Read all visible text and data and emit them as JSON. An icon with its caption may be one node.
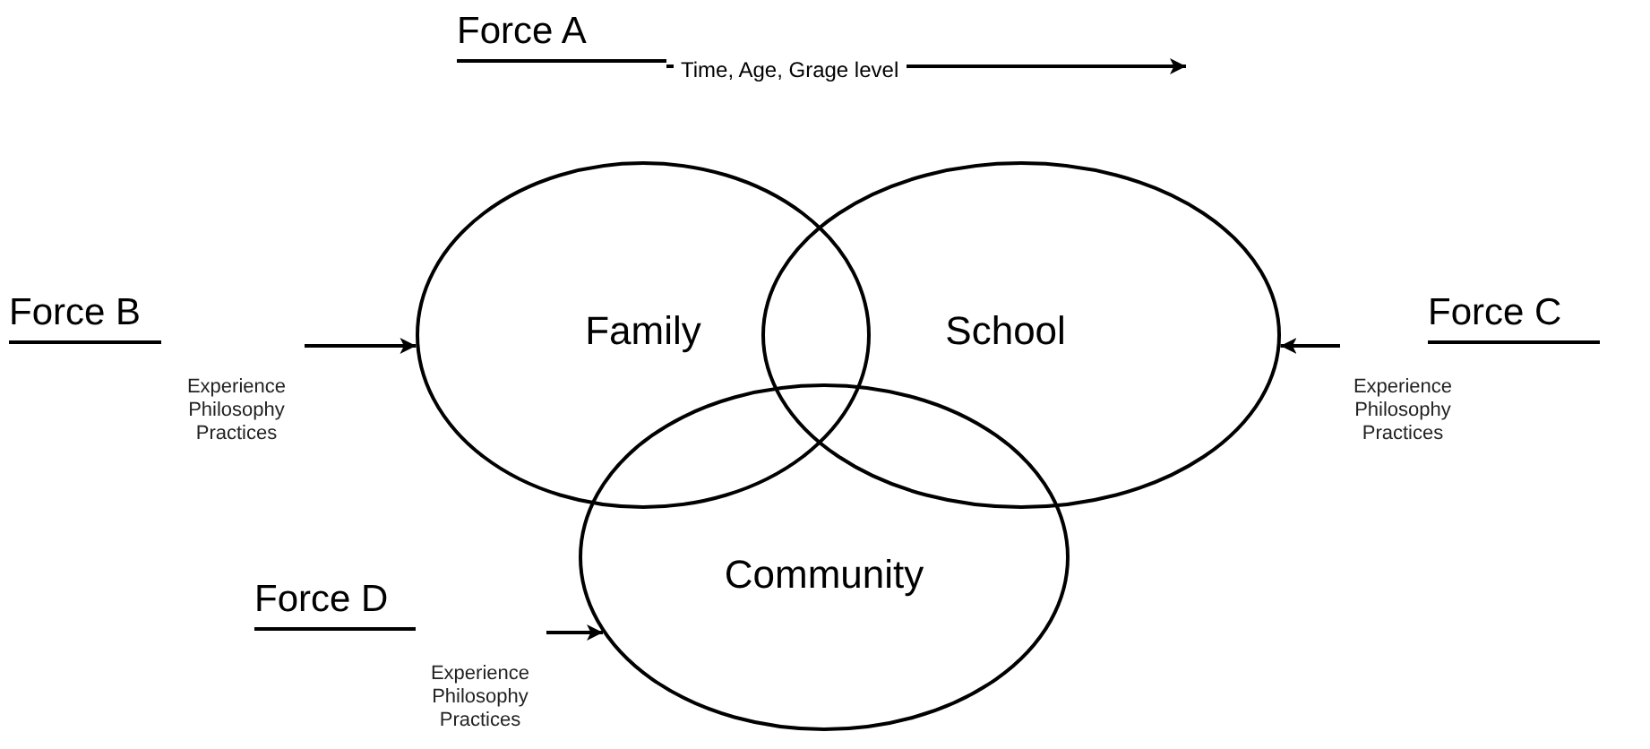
{
  "diagram": {
    "nodes": [
      {
        "text": [
          "Family"
        ]
      },
      {
        "text": [
          "School"
        ]
      },
      {
        "text": [
          "Community"
        ]
      },
      {
        "text": [
          "Force A"
        ]
      },
      {
        "text": [
          "Force B",
          "Experience Philosophy Practices"
        ]
      },
      {
        "text": [
          "Force C",
          "Experience Philosophy Practices"
        ]
      },
      {
        "text": [
          "Force D",
          "Experience Philosophy Practices"
        ]
      }
    ],
    "edges": [
      {
        "from": 3,
        "to": null,
        "arrow": "to",
        "label": "Time, Age, Grage level"
      },
      {
        "from": 4,
        "to": 0,
        "arrow": "to"
      },
      {
        "from": 5,
        "to": 1,
        "arrow": "to"
      },
      {
        "from": 6,
        "to": 2,
        "arrow": "to"
      }
    ]
  }
}
